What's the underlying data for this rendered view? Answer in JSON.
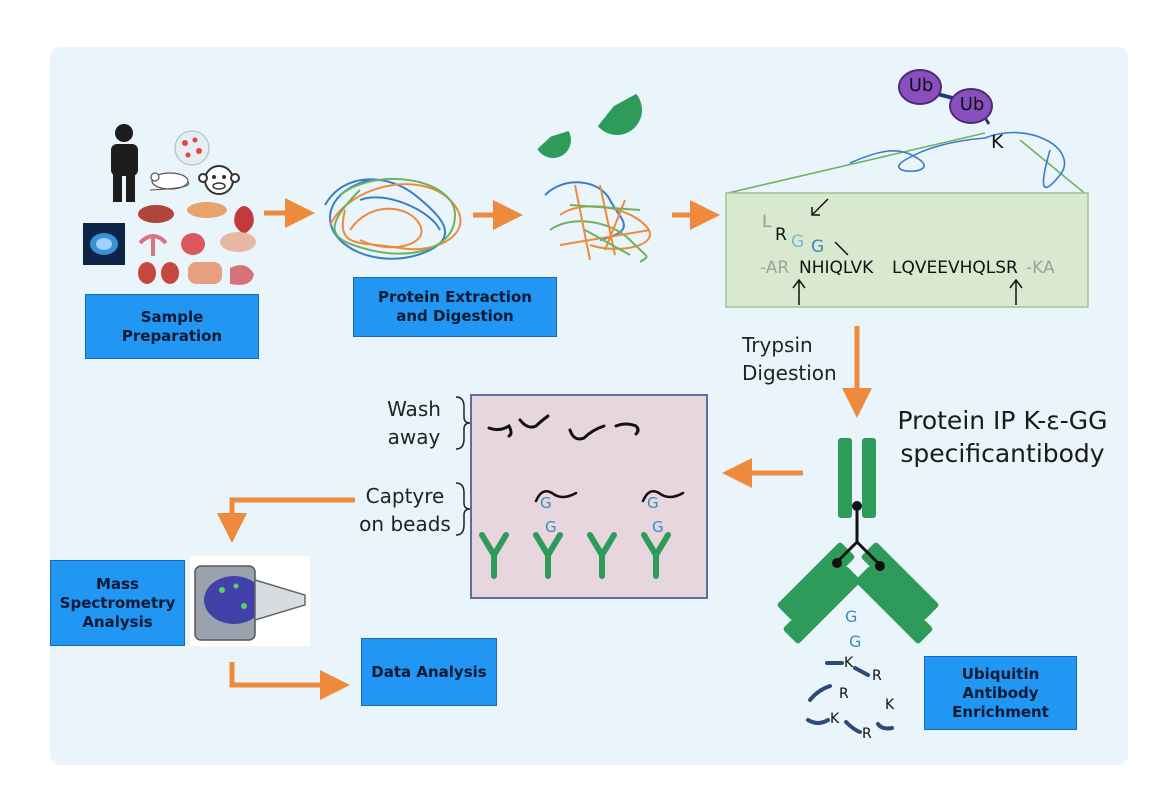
{
  "steps": {
    "sample_preparation": "Sample Preparation",
    "protein_extraction": "Protein Extraction and Digestion",
    "mass_spec": "Mass Spectrometry Analysis",
    "data_analysis": "Data Analysis",
    "ubiquitin_enrichment": "Ubiquitin Antibody Enrichment"
  },
  "labels": {
    "trypsin": "Trypsin Digestion",
    "protein_ip": "Protein IP K-ε-GG specificantibody",
    "wash_away": "Wash away",
    "capture": "Captyre on beads",
    "ub1": "Ub",
    "ub2": "Ub",
    "k_site": "K"
  },
  "sequence": {
    "left_cut": "-AR",
    "peptide1": "NHIQLVK",
    "peptide2": "LQVEEVHQLSR",
    "right_cut": "-KA",
    "side_L": "L",
    "side_R": "R",
    "side_G1": "G",
    "side_G2": "G"
  },
  "bead_glycines": {
    "g1": "G",
    "g2": "G",
    "g3": "G",
    "g4": "G"
  },
  "fragments": {
    "g_top": "G",
    "g_mid": "G",
    "k1": "K",
    "r1": "R",
    "r2": "R",
    "k2": "K",
    "k3": "K",
    "r3": "R"
  },
  "colors": {
    "panel_bg": "#e9f5fb",
    "step_box": "#2196f3",
    "arrow": "#ef8a3c",
    "antibody": "#2e9b5b",
    "ubiquitin": "#8a4fbf",
    "peptide_box": "#d8e9cf",
    "bead_box": "#e8d6df"
  }
}
